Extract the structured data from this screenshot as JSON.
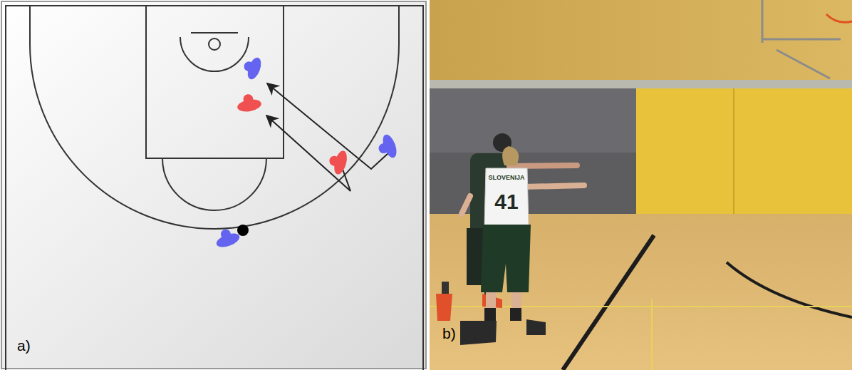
{
  "diagram": {
    "labels": [
      "a)",
      "b)",
      "SLOVENIJA",
      "41"
    ]
  }
}
